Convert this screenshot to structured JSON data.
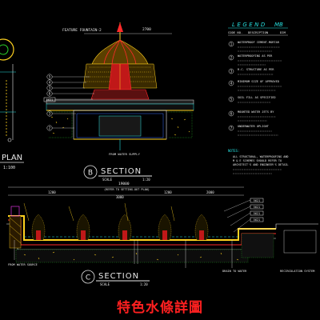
{
  "colors": {
    "background": "#000000",
    "yellow": "#ffd21f",
    "red": "#ff2a2a",
    "white": "#e8e8e8",
    "cyan": "#26e0e0",
    "green": "#2ad42a",
    "blue": "#3b6cff",
    "magenta": "#ff3cff"
  },
  "plan_stub": {
    "label": "PLAN",
    "scale": "1:100"
  },
  "section_b": {
    "marker": "B",
    "title": "SECTION",
    "scale_prefix": "SCALE",
    "scale": "1:20",
    "top_label": "FEATURE FOUNTAIN-2",
    "dim_top": "2700",
    "callouts": [
      "5",
      "4",
      "3",
      "6",
      "5621",
      "3",
      "2"
    ],
    "drain_note": "FROM WATER SUPPLY"
  },
  "legend": {
    "title": "LEGEND",
    "title_suffix": "MB",
    "code_header": "CODE NO.",
    "desc_header": "DESCRIPTION",
    "ref_header": "DIM",
    "items": [
      {
        "code": "1",
        "text": "WATERPROOF CEMENT-MORTAR"
      },
      {
        "code": "2",
        "text": "WATERPROOFING AS PER"
      },
      {
        "code": "3",
        "text": "R.C. STRUCTURE AS PER"
      },
      {
        "code": "4",
        "text": "MINIMUM SIZE OF APPROVED"
      },
      {
        "code": "5",
        "text": "SOIL FILL AS SPECIFIED"
      },
      {
        "code": "6",
        "text": "MOUNTED WATER JETS BY"
      },
      {
        "code": "7",
        "text": "UNDERWATER UPLIGHT"
      }
    ],
    "notes_title": "NOTES:",
    "notes": [
      "ALL STRUCTURAL, WATERPROOFING AND",
      "M & E SCHEMES SHOULD REFER TO",
      "ARCHITECT'S AND ENGINEER'S DETAIL"
    ]
  },
  "section_c": {
    "marker": "C",
    "title": "SECTION",
    "scale_prefix": "SCALE",
    "scale": "1:20",
    "top_dim": "19000",
    "sub_label": "(REFER TO SETTING-OUT PLAN)",
    "dims": [
      "1200",
      "3000",
      "1200",
      "2000"
    ],
    "callouts": [
      "5621",
      "5621",
      "5621",
      "5621"
    ],
    "left_note": "FROM WATER SOURCE",
    "right_note_1": "DRAIN TO WATER",
    "right_note_2": "RECIRCULATION SYSTEM"
  },
  "drawing_title": "特色水條詳圖"
}
